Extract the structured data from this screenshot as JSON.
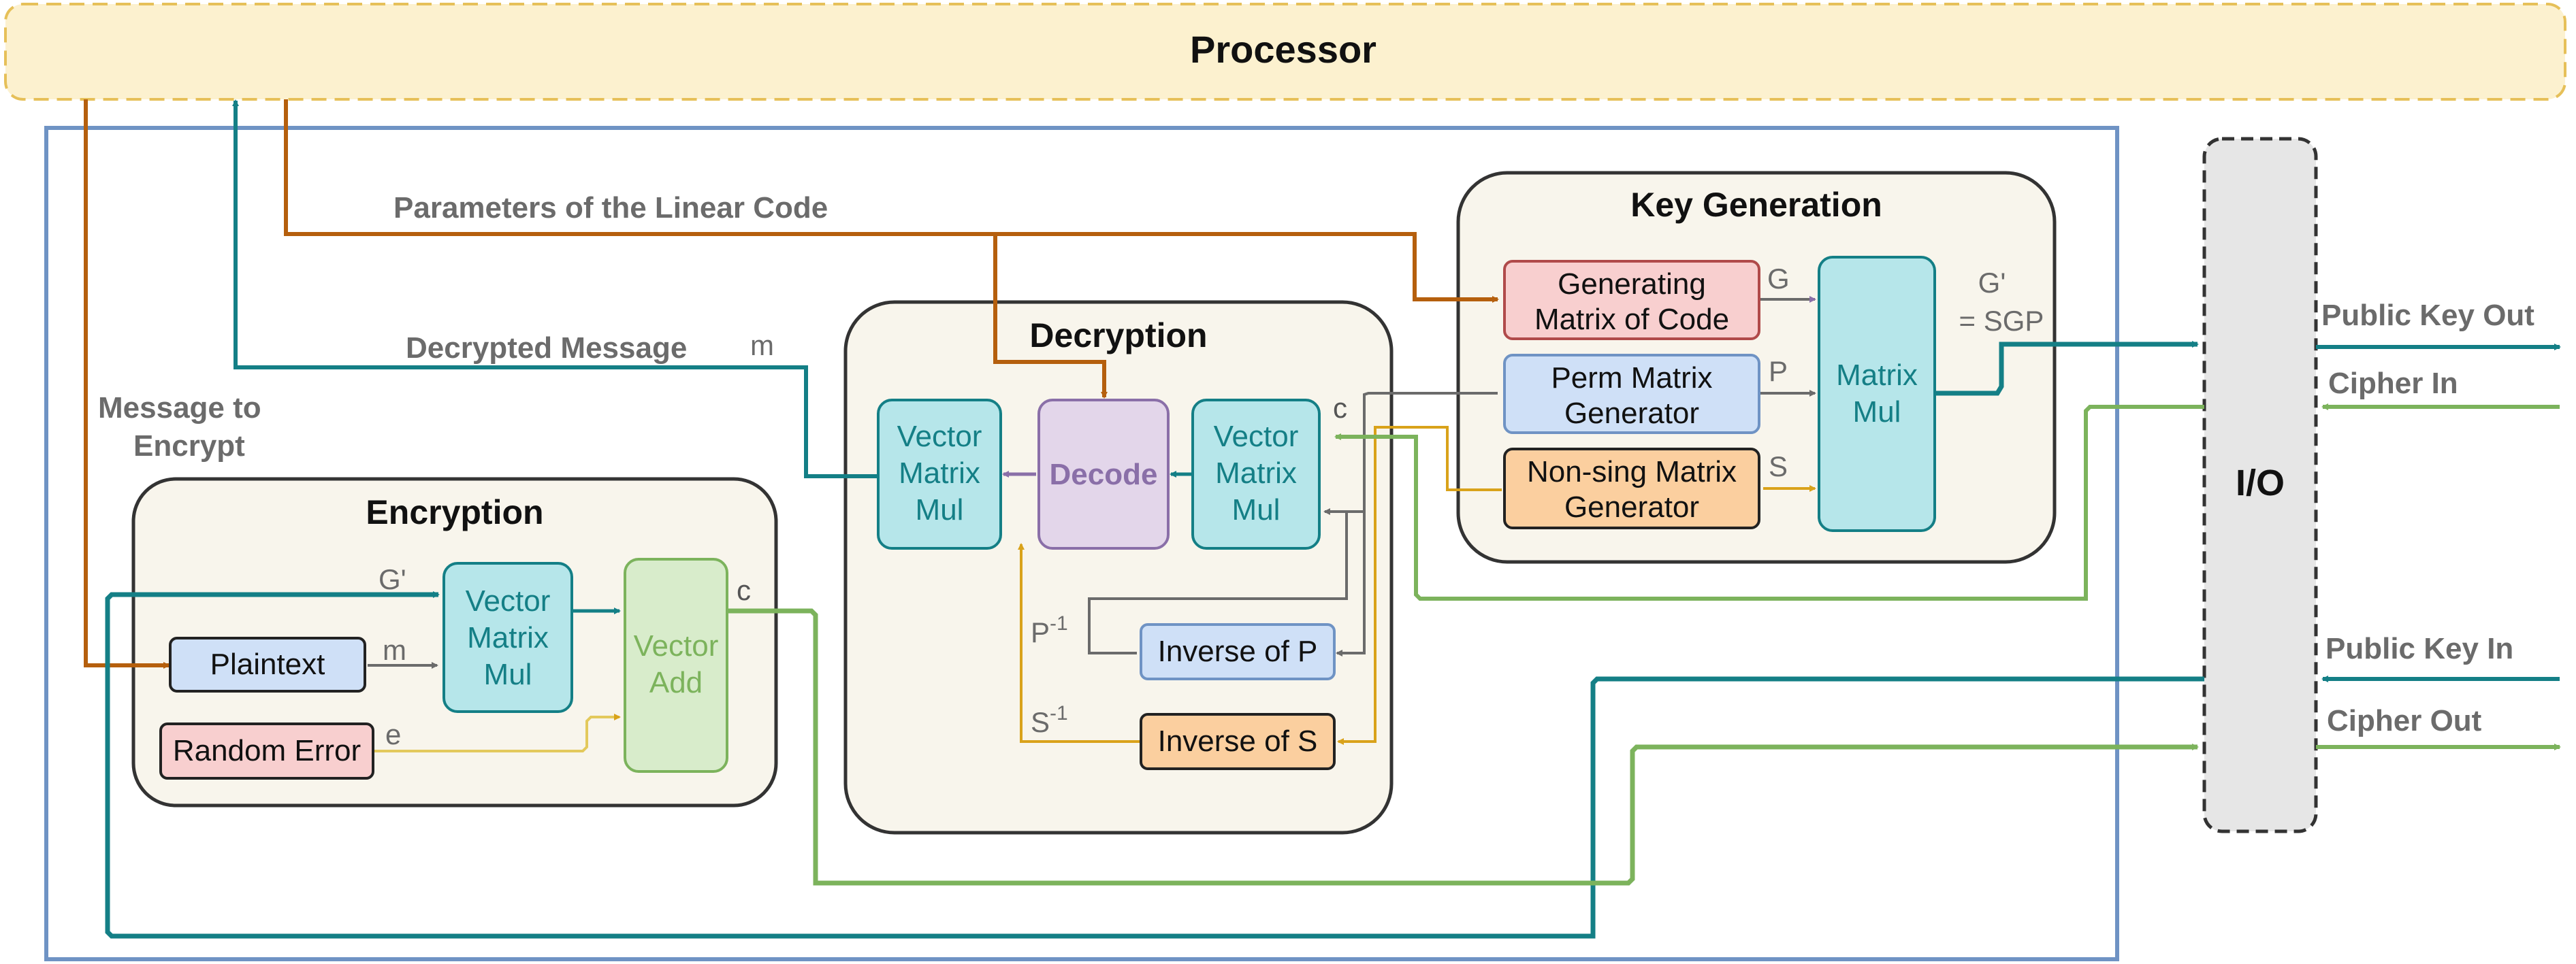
{
  "colors": {
    "orange": "#b55f0d",
    "teal": "#147f86",
    "green": "#7cb35c",
    "gold": "#d9a21a",
    "purple": "#8a6fa8",
    "gray": "#6b6b6b",
    "blue_border": "#6f93c4",
    "processor_fill": "#fcf1cf",
    "processor_border": "#e6c059"
  },
  "processor": {
    "label": "Processor"
  },
  "io": {
    "label": "I/O"
  },
  "labels": {
    "params": "Parameters of the Linear Code",
    "decrypted": "Decrypted Message",
    "m_top": "m",
    "msg_line1": "Message to",
    "msg_line2": "Encrypt",
    "public_key_out": "Public Key Out",
    "cipher_in": "Cipher In",
    "public_key_in": "Public Key In",
    "cipher_out": "Cipher Out"
  },
  "encryption": {
    "title": "Encryption",
    "plaintext": "Plaintext",
    "random_error": "Random Error",
    "vmm": [
      "Vector",
      "Matrix",
      "Mul"
    ],
    "vadd": [
      "Vector",
      "Add"
    ],
    "g_prime": "G'",
    "m": "m",
    "e": "e",
    "c": "c"
  },
  "decryption": {
    "title": "Decryption",
    "vmm_left": [
      "Vector",
      "Matrix",
      "Mul"
    ],
    "decode": "Decode",
    "vmm_right": [
      "Vector",
      "Matrix",
      "Mul"
    ],
    "inverse_p": "Inverse of P",
    "inverse_s": "Inverse of S",
    "c": "c",
    "p_inv_base": "P",
    "p_inv_sup": "-1",
    "s_inv_base": "S",
    "s_inv_sup": "-1"
  },
  "keygen": {
    "title": "Key Generation",
    "gen_matrix": [
      "Generating",
      "Matrix of Code"
    ],
    "perm_matrix": [
      "Perm Matrix",
      "Generator"
    ],
    "nonsing_matrix": [
      "Non-sing Matrix",
      "Generator"
    ],
    "matrix_mul": [
      "Matrix",
      "Mul"
    ],
    "g": "G",
    "p": "P",
    "s": "S",
    "g_prime_eq": [
      "G'",
      "= SGP"
    ]
  }
}
